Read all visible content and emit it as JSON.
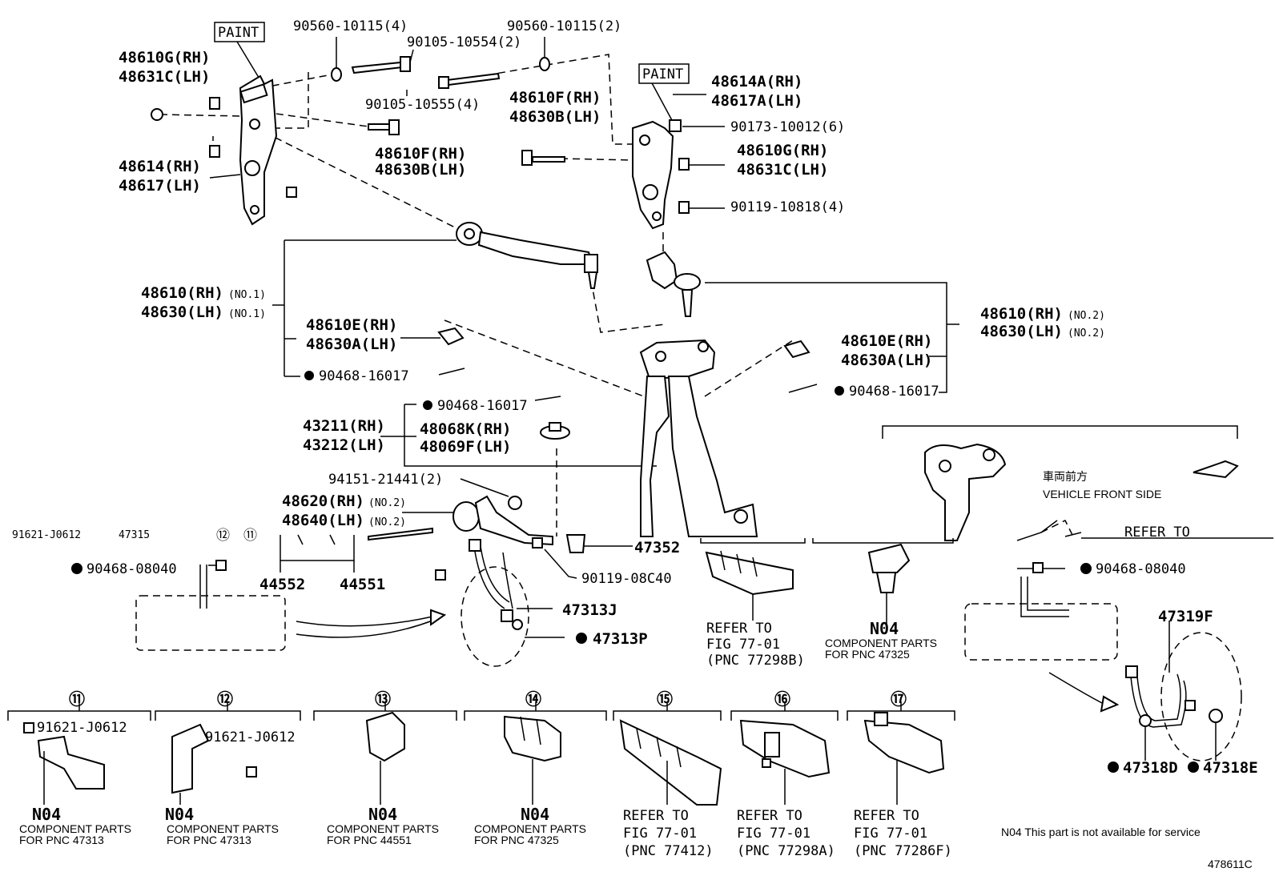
{
  "header": {
    "paint_a": "PAINT",
    "paint_b": "PAINT"
  },
  "fasteners": {
    "f1": "90560-10115(4)",
    "f2": "90105-10554(2)",
    "f3": "90560-10115(2)",
    "f4": "90105-10555(4)",
    "f5": "90173-10012(6)",
    "f6": "90119-10818(4)",
    "f7": "90468-16017",
    "f8": "90468-16017",
    "f9": "90468-16017",
    "f10": "94151-21441(2)",
    "f11": "90119-08C40",
    "f12": "90468-08040",
    "f13": "90468-08040",
    "f14": "91621-J0612",
    "f15": "91621-J0612",
    "f16": "91621-J0612"
  },
  "parts": {
    "bracket_l": [
      "48610G(RH)",
      "48631C(LH)"
    ],
    "arm_mount_l": [
      "48614(RH)",
      "48617(LH)"
    ],
    "bolt_l": [
      "48610F(RH)",
      "48630B(LH)"
    ],
    "bolt_r": [
      "48610F(RH)",
      "48630B(LH)"
    ],
    "bracket_r": [
      "48614A(RH)",
      "48617A(LH)"
    ],
    "nut_r": [
      "48610G(RH)",
      "48631C(LH)"
    ],
    "upper_arm_1": [
      "48610(RH)",
      "48630(LH)"
    ],
    "upper_arm_1_tag": "(NO.1)",
    "boot_l": [
      "48610E(RH)",
      "48630A(LH)"
    ],
    "upper_arm_2": [
      "48610(RH)",
      "48630(LH)"
    ],
    "upper_arm_2_tag": "(NO.2)",
    "boot_r": [
      "48610E(RH)",
      "48630A(LH)"
    ],
    "knuckle": [
      "43211(RH)",
      "43212(LH)"
    ],
    "nut_k": [
      "48068K(RH)",
      "48069F(LH)"
    ],
    "lower_arm": [
      "48620(RH)",
      "48640(LH)"
    ],
    "lower_arm_tag": "(NO.2)",
    "p47352": "47352",
    "p47313J": "47313J",
    "p47313P": "47313P",
    "p44552": "44552",
    "p44551": "44551",
    "p47319F": "47319F",
    "p47318D": "47318D",
    "p47318E": "47318E",
    "clipped_a": "91621-J0612",
    "clipped_b": "47315"
  },
  "vehicle": {
    "jp": "車両前方",
    "en": "VEHICLE FRONT SIDE",
    "refer_to": "REFER TO"
  },
  "callouts": {
    "c11": "⑪",
    "c12": "⑫",
    "c13": "⑬",
    "c14": "⑭",
    "c15": "⑮",
    "c16": "⑯",
    "c17": "⑰"
  },
  "notes": {
    "n04": "N04",
    "component_parts": "COMPONENT PARTS",
    "for_47313": "FOR PNC 47313",
    "for_44551": "FOR PNC 44551",
    "for_47325": "FOR PNC 47325",
    "refer": "REFER TO",
    "fig": "FIG 77-01",
    "pnc_77298b": "(PNC 77298B)",
    "pnc_77412": "(PNC 77412)",
    "pnc_77298a": "(PNC 77298A)",
    "pnc_77286f": "(PNC 77286F)",
    "footnote": "N04 This part is not available for service",
    "diagram_id": "478611C"
  }
}
